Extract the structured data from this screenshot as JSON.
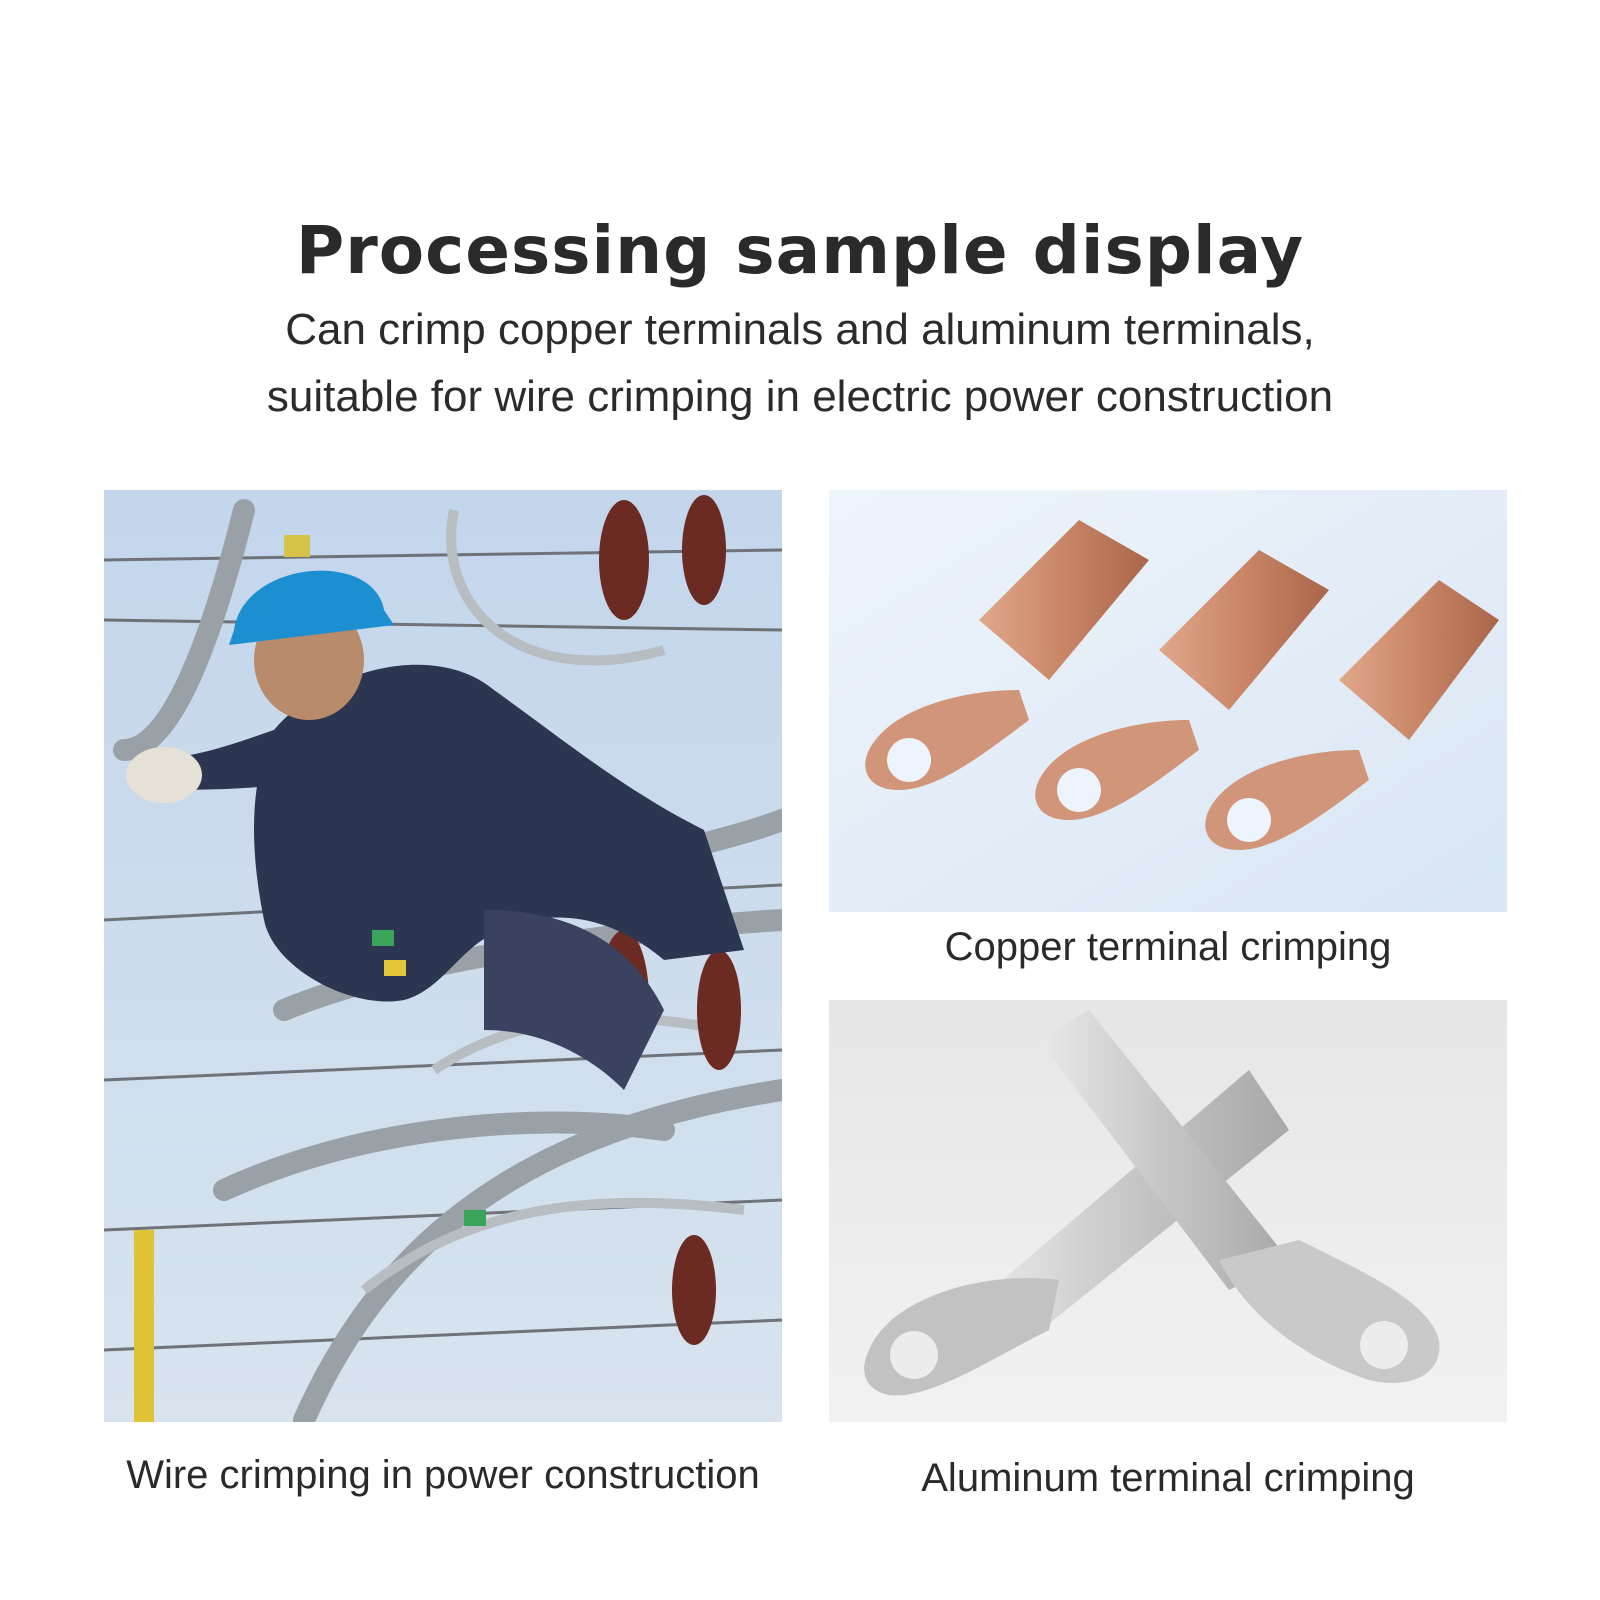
{
  "header": {
    "title": "Processing sample display",
    "subtitle_line1": "Can crimp copper terminals and aluminum terminals,",
    "subtitle_line2": "suitable for wire crimping in electric power construction"
  },
  "panels": {
    "worker": {
      "caption": "Wire crimping in power construction"
    },
    "copper": {
      "caption": "Copper terminal crimping"
    },
    "aluminum": {
      "caption": "Aluminum terminal crimping"
    }
  },
  "colors": {
    "sky": "#c9d9ea",
    "copper": "#c98a6a",
    "aluminum": "#c8c8c8",
    "helmet": "#1c8fd1",
    "insulator": "#6b2a22"
  }
}
